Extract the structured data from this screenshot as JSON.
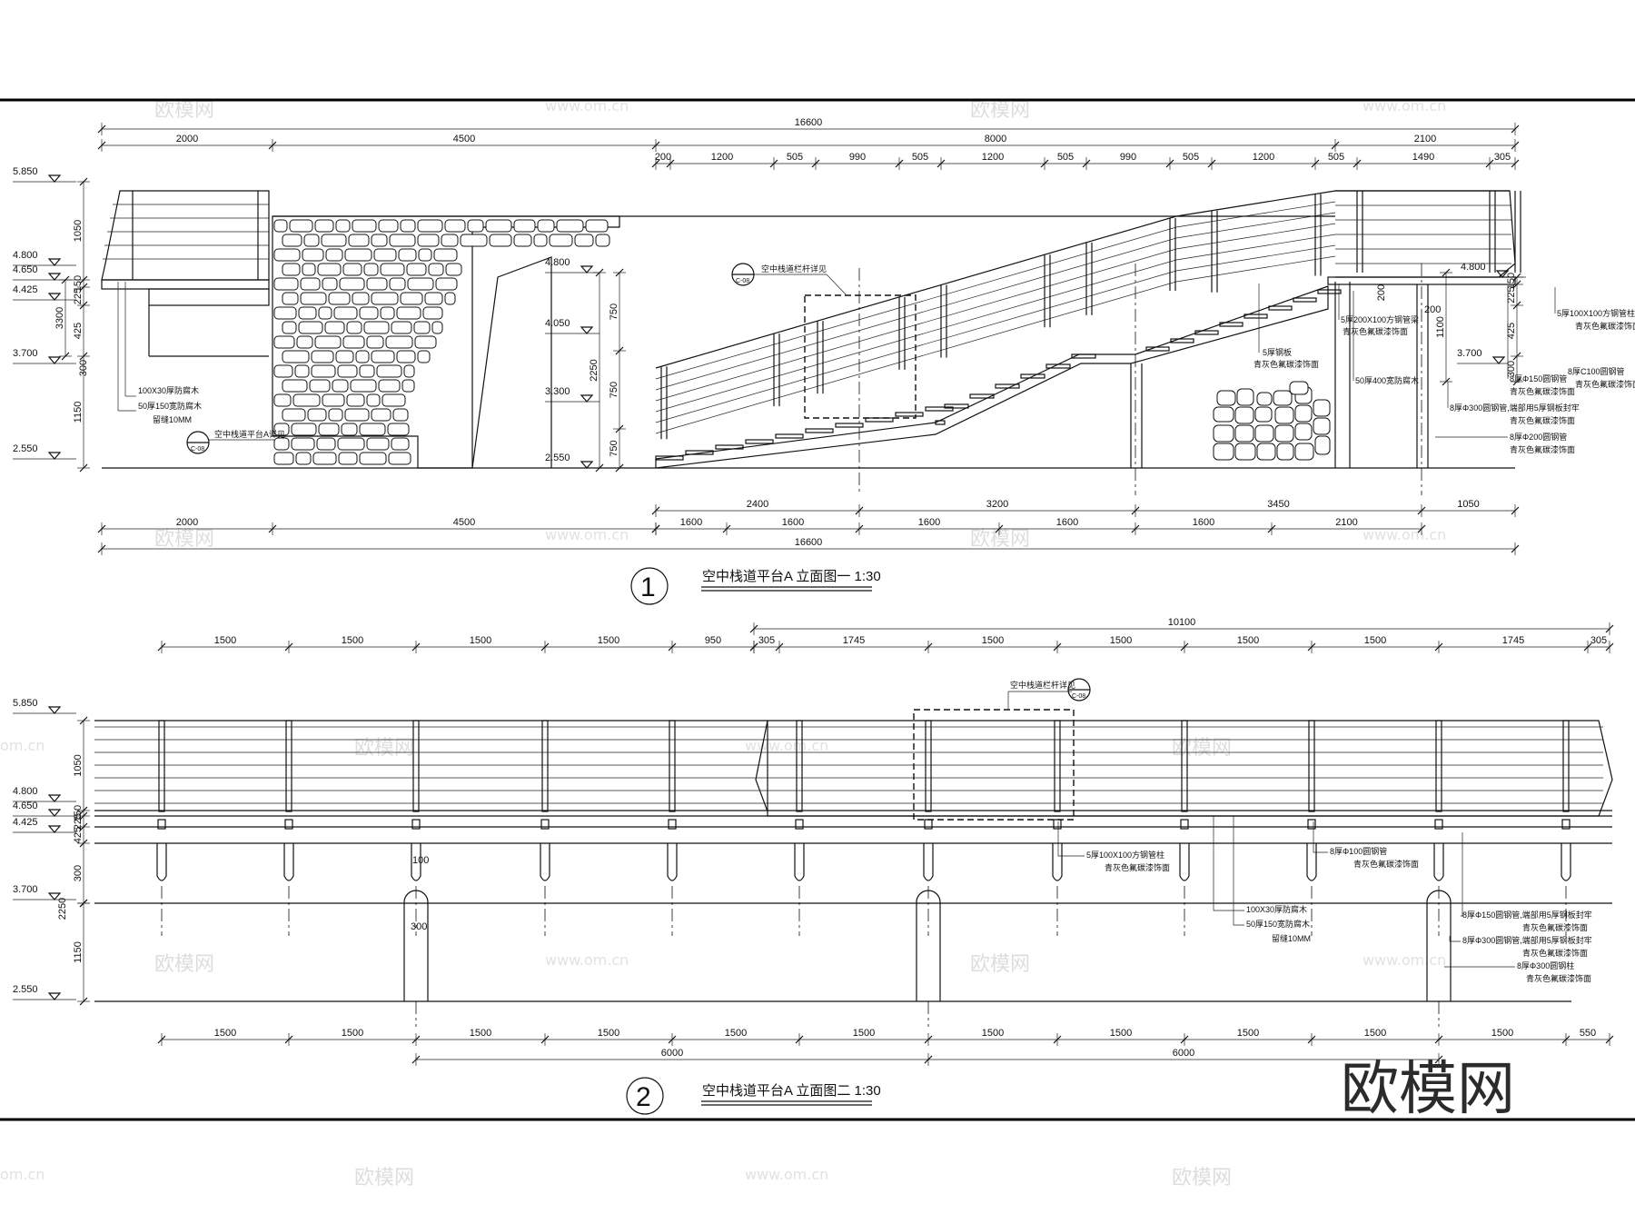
{
  "watermark": {
    "brand": "欧模网",
    "site": "www.om.cn",
    "site_partial": "om.cn",
    "logo_text": "欧模网"
  },
  "elevation1": {
    "title": "空中栈道平台A 立面图一  1:30",
    "number": "1",
    "top_overall": "16600",
    "top_segments": [
      "2000",
      "4500",
      "8000",
      "2100"
    ],
    "top_detail": [
      "200",
      "1200",
      "505",
      "990",
      "505",
      "1200",
      "505",
      "990",
      "505",
      "1200",
      "505",
      "1490",
      "305"
    ],
    "bottom_row1": [
      "2400",
      "3200",
      "3450",
      "1050"
    ],
    "bottom_row2": [
      "1600",
      "1600",
      "1600",
      "1600",
      "1600",
      "2100"
    ],
    "bottom_row3": [
      "2000",
      "4500"
    ],
    "bottom_overall": "16600",
    "levels": [
      "5.850",
      "4.800",
      "4.650",
      "4.425",
      "3.700",
      "2.550"
    ],
    "left_dims": [
      "1050",
      "150",
      "225",
      "425",
      "3300",
      "300",
      "1150"
    ],
    "mid_levels": [
      "4.800",
      "4.050",
      "3.300",
      "2.550"
    ],
    "mid_dims": [
      "750",
      "750",
      "750",
      "2250"
    ],
    "right_level_top": "4.800",
    "right_level_mid": "3.700",
    "right_dims": [
      "200",
      "200",
      "1100",
      "150",
      "225",
      "425",
      "300"
    ],
    "notes_left": [
      "100X30厚防腐木",
      "50厚150宽防腐木",
      "留缝10MM"
    ],
    "callout_left": "空中栈道平台A详见",
    "callout_left_ref": "C-08",
    "callout_mid": "空中栈道栏杆详见",
    "callout_mid_ref": "C-08",
    "notes_right": [
      "5厚200X100方钢管梁",
      "青灰色氟碳漆饰面",
      "5厚钢板",
      "青灰色氟碳漆饰面",
      "50厚400宽防腐木",
      "5厚100X100方钢管柱",
      "青灰色氟碳漆饰面",
      "8厚C100圆钢管",
      "青灰色氟碳漆饰面",
      "8厚Φ150圆钢管",
      "青灰色氟碳漆饰面",
      "8厚Φ300圆钢管,端部用5厚钢板封牢",
      "青灰色氟碳漆饰面",
      "8厚Φ200圆钢管",
      "青灰色氟碳漆饰面"
    ]
  },
  "elevation2": {
    "title": "空中栈道平台A 立面图二  1:30",
    "number": "2",
    "top_left": [
      "1500",
      "1500",
      "1500",
      "1500",
      "950"
    ],
    "top_overall_right": "10100",
    "top_right": [
      "305",
      "1745",
      "1500",
      "1500",
      "1500",
      "1500",
      "1745",
      "305"
    ],
    "bottom_row1": [
      "1500",
      "1500",
      "1500",
      "1500",
      "1500",
      "1500",
      "1500",
      "1500",
      "1500",
      "1500",
      "1500",
      "550"
    ],
    "bottom_row2": [
      "6000",
      "6000"
    ],
    "levels": [
      "5.850",
      "4.800",
      "4.650",
      "4.425",
      "3.700",
      "2.550"
    ],
    "left_dims": [
      "1050",
      "150",
      "225",
      "425",
      "300",
      "2250",
      "1150"
    ],
    "post_dims": [
      "100",
      "300"
    ],
    "callout": "空中栈道栏杆详见",
    "callout_ref": "C-08",
    "notes": [
      "5厚100X100方钢管柱",
      "青灰色氟碳漆饰面",
      "8厚Φ100圆钢管",
      "青灰色氟碳漆饰面",
      "100X30厚防腐木",
      "50厚150宽防腐木",
      "留缝10MM",
      "8厚Φ150圆钢管,端部用5厚钢板封牢",
      "青灰色氟碳漆饰面",
      "8厚Φ300圆钢管,端部用5厚钢板封牢",
      "青灰色氟碳漆饰面",
      "8厚Φ300圆钢柱",
      "青灰色氟碳漆饰面"
    ]
  }
}
